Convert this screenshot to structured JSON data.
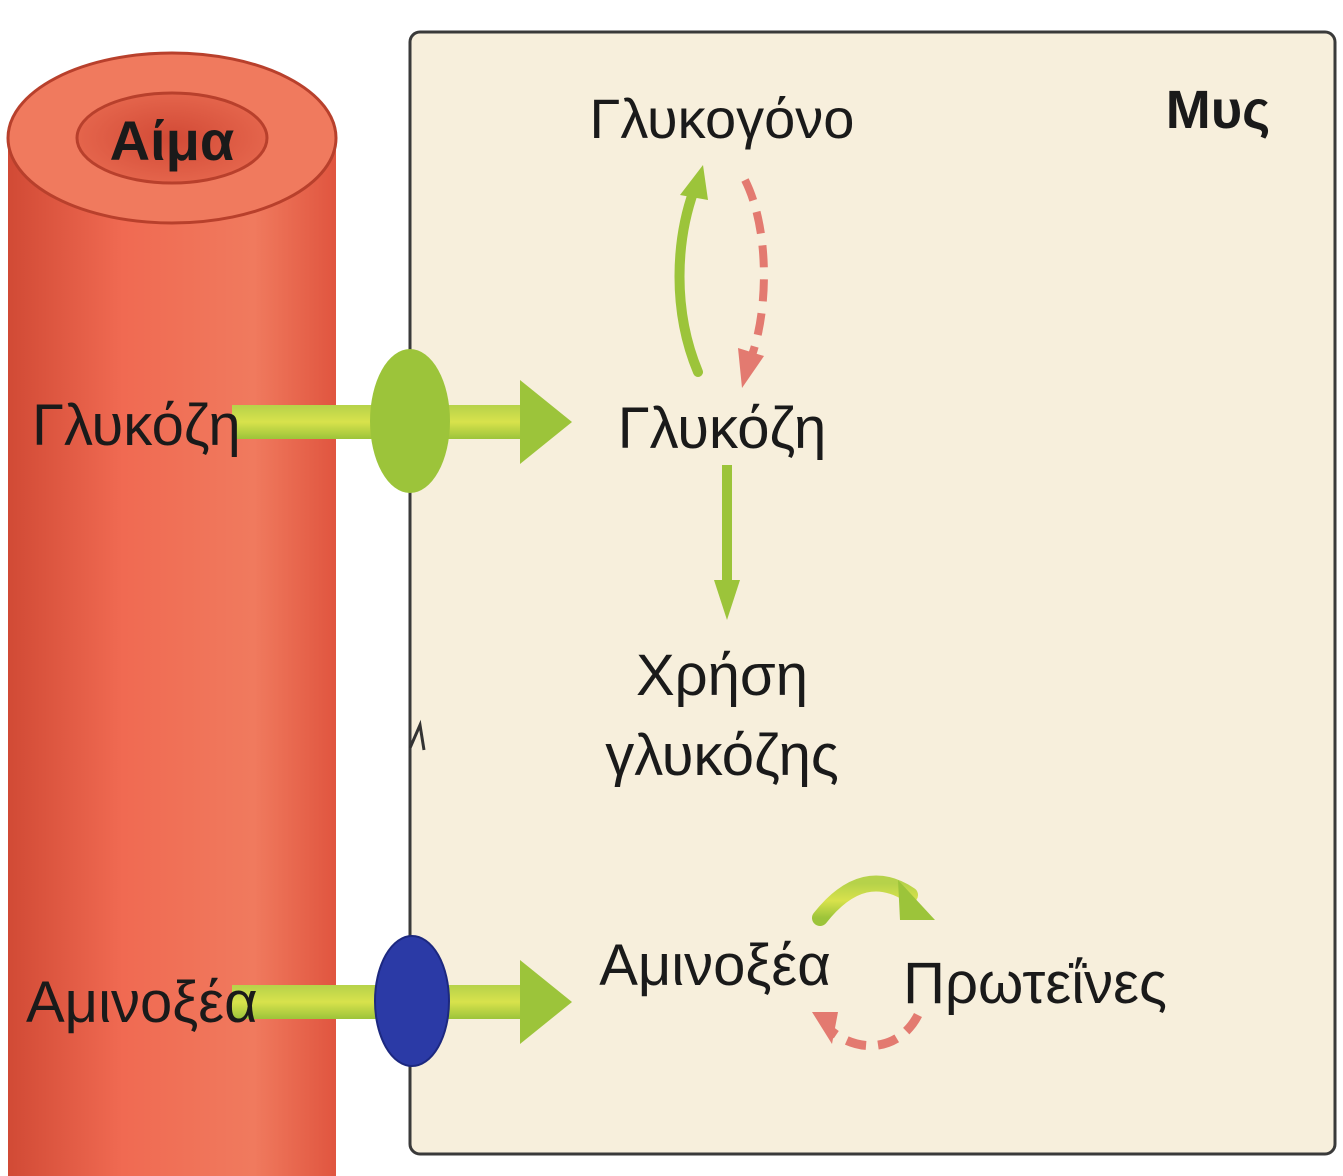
{
  "blood": {
    "label": "Αίμα"
  },
  "muscle": {
    "label": "Μυς"
  },
  "blood_side": {
    "glucose_label": "Γλυκόζη",
    "amino_label": "Αμινοξέα"
  },
  "muscle_side": {
    "glycogen_label": "Γλυκογόνο",
    "glucose_label": "Γλυκόζη",
    "use_line1": "Χρήση",
    "use_line2": "γλυκόζης",
    "amino_label": "Αμινοξέα",
    "proteins_label": "Πρωτεΐνες"
  },
  "colors": {
    "vessel": "#e8604a",
    "vessel_dark": "#c0402e",
    "vessel_lumen": "#d9543e",
    "muscle_fill": "#f7efdc",
    "muscle_border": "#333333",
    "arrow_green": "#9cc43a",
    "arrow_green_light": "#c8dc3c",
    "arrow_red": "#e37a70",
    "glucose_transporter": "#9cc43a",
    "amino_transporter": "#2b3aa6",
    "text": "#1a1a1a"
  }
}
